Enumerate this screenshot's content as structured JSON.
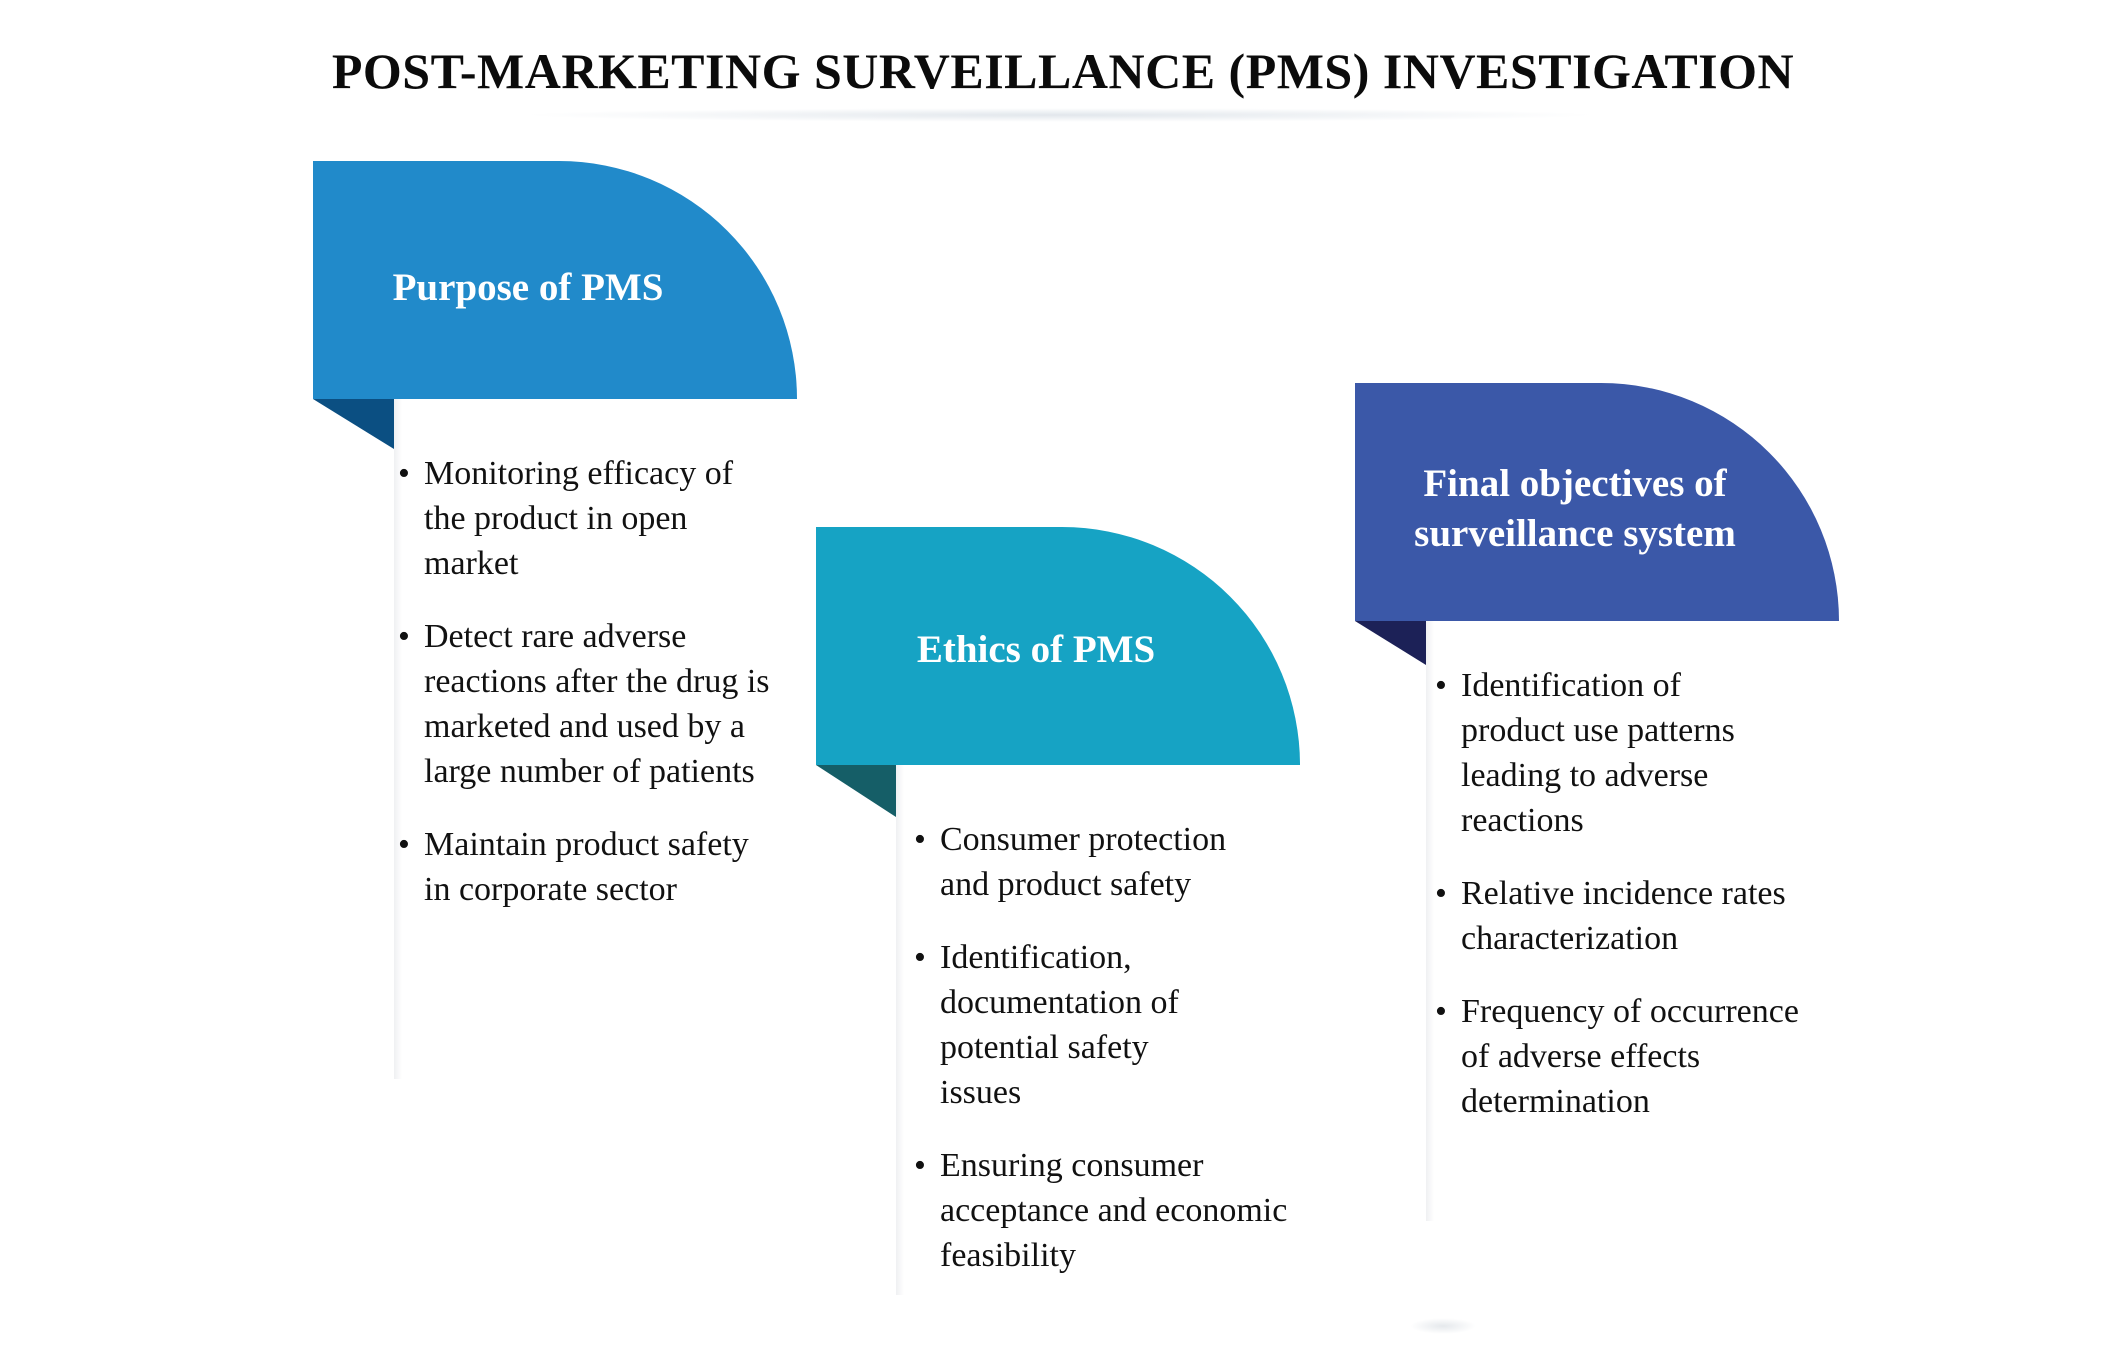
{
  "title": "POST-MARKETING SURVEILLANCE (PMS) INVESTIGATION",
  "cards": [
    {
      "heading": "Purpose of PMS",
      "color": "#218aca",
      "fold_color": "#0b4f82",
      "items": [
        "Monitoring efficacy of the product in open market",
        "Detect rare adverse reactions after the drug is marketed and used by a large number of patients",
        "Maintain product safety in corporate sector"
      ]
    },
    {
      "heading": "Ethics of PMS",
      "color": "#16a3c4",
      "fold_color": "#155e67",
      "items": [
        "Consumer protection and product safety",
        "Identification, documentation of potential safety issues",
        "Ensuring consumer acceptance and economic feasibility"
      ]
    },
    {
      "heading_line1": "Final objectives of",
      "heading_line2": "surveillance system",
      "color": "#3b58a8",
      "fold_color": "#1c2157",
      "items": [
        "Identification of product use patterns leading to adverse reactions",
        "Relative incidence rates characterization",
        "Frequency of occurrence of adverse effects determination"
      ]
    }
  ]
}
